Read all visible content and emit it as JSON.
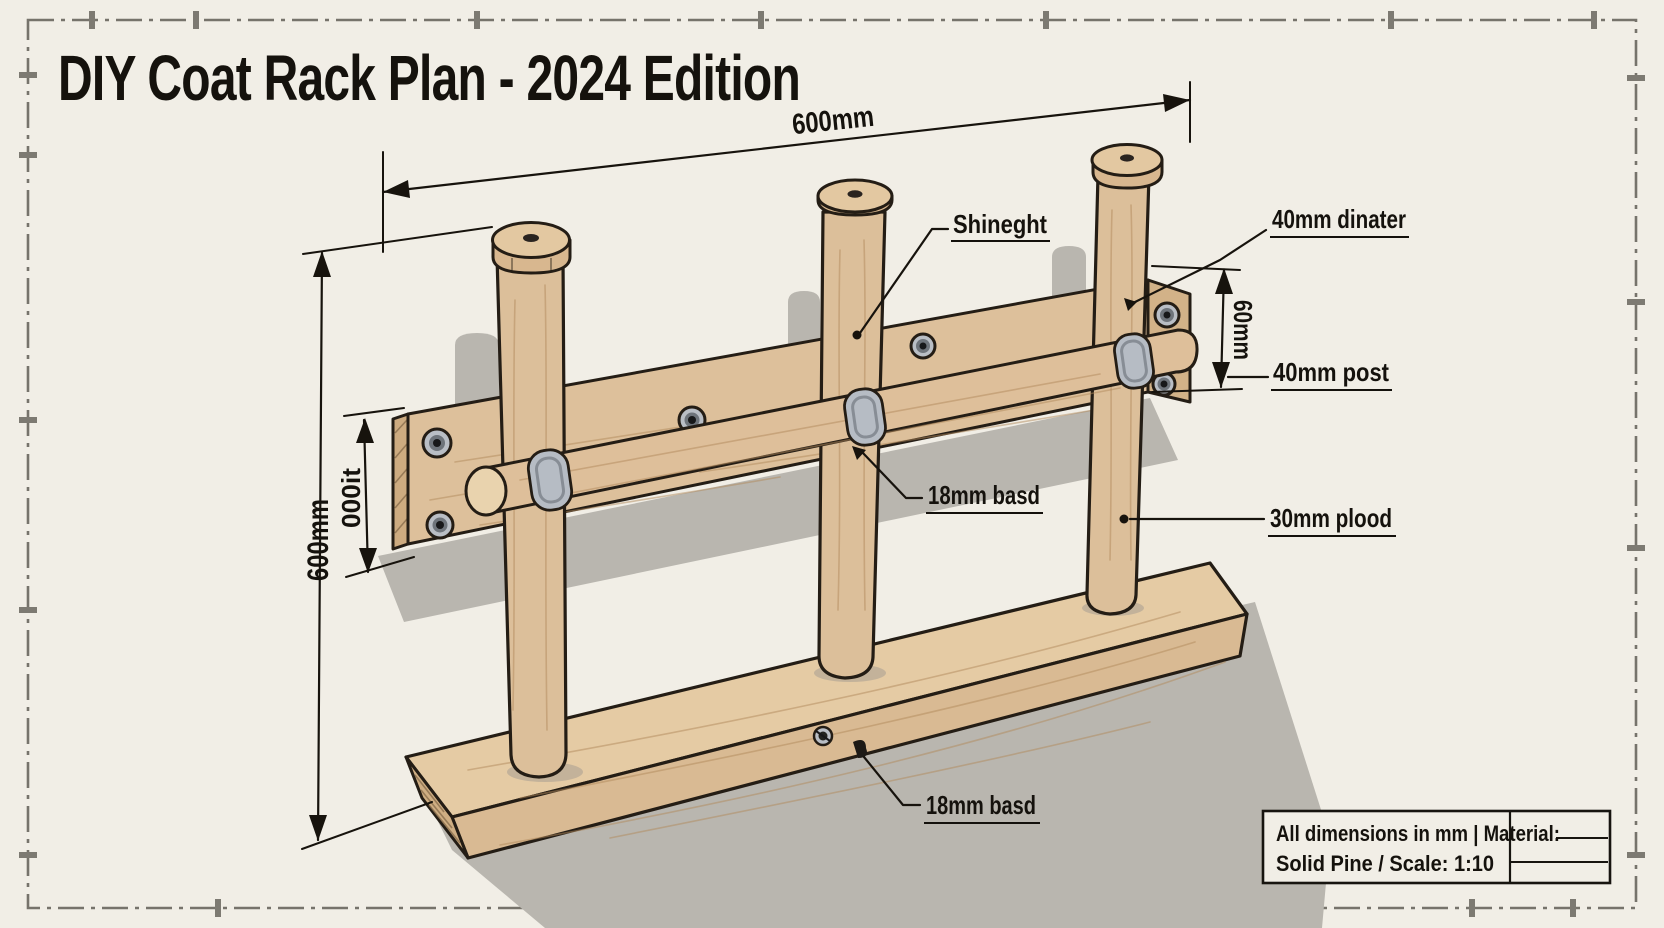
{
  "page": {
    "title": "DIY Coat Rack Plan - 2024 Edition"
  },
  "dimensions": {
    "overall_width": "600mm",
    "overall_height": "600mm",
    "board_thickness": "000it",
    "board_width_right": "60mm"
  },
  "callouts": {
    "shelf_height": "Shineght",
    "peg_diameter": "40mm dinater",
    "post": "40mm post",
    "backboard": "18mm basd",
    "plywood": "30mm plood",
    "base": "18mm basd"
  },
  "title_block": {
    "line1": "All dimensions in mm | Material:",
    "line2": "Solid Pine  /  Scale: 1:10"
  },
  "colors": {
    "background": "#f1eee6",
    "wood_light": "#e7cda6",
    "wood_mid": "#ddc09b",
    "wood_dark": "#cfae83",
    "outline": "#241d15",
    "shadow": "#b9b6af",
    "metal": "#b6bcc4",
    "ink": "#15120d"
  }
}
